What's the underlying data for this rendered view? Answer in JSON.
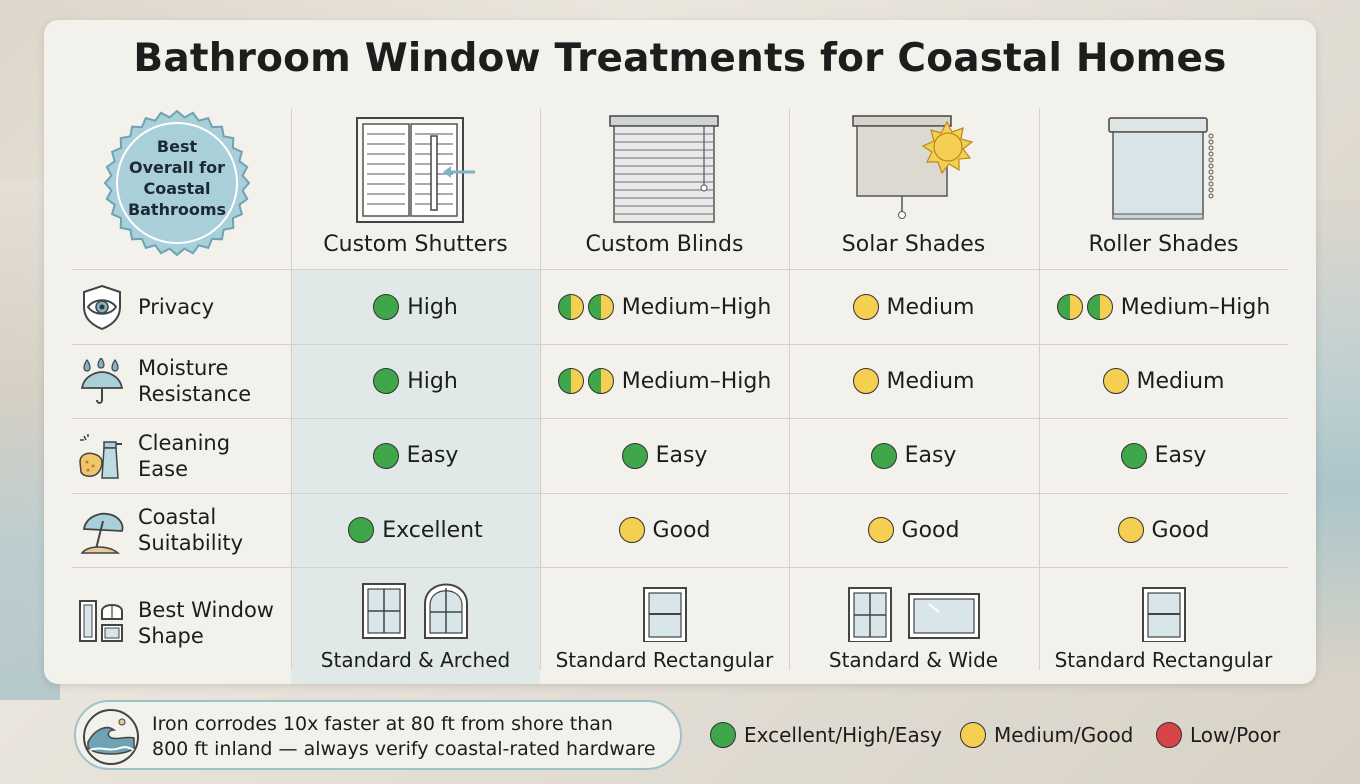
{
  "title": "Bathroom Window Treatments for Coastal Homes",
  "badge": {
    "text": [
      "Best",
      "Overall for",
      "Coastal",
      "Bathrooms"
    ]
  },
  "columns": [
    {
      "label": "Custom Shutters"
    },
    {
      "label": "Custom Blinds"
    },
    {
      "label": "Solar Shades"
    },
    {
      "label": "Roller Shades"
    }
  ],
  "rows": [
    {
      "label": [
        "Privacy"
      ],
      "icon": "eye-shield-icon",
      "cells": [
        {
          "rating": "green",
          "text": "High"
        },
        {
          "rating": "half-half",
          "text": "Medium–High"
        },
        {
          "rating": "yellow",
          "text": "Medium"
        },
        {
          "rating": "half-half",
          "text": "Medium–High"
        }
      ]
    },
    {
      "label": [
        "Moisture",
        "Resistance"
      ],
      "icon": "umbrella-drops-icon",
      "cells": [
        {
          "rating": "green",
          "text": "High"
        },
        {
          "rating": "half-half",
          "text": "Medium–High"
        },
        {
          "rating": "yellow",
          "text": "Medium"
        },
        {
          "rating": "yellow",
          "text": "Medium"
        }
      ]
    },
    {
      "label": [
        "Cleaning",
        "Ease"
      ],
      "icon": "sponge-spray-icon",
      "cells": [
        {
          "rating": "green",
          "text": "Easy"
        },
        {
          "rating": "green",
          "text": "Easy"
        },
        {
          "rating": "green",
          "text": "Easy"
        },
        {
          "rating": "green",
          "text": "Easy"
        }
      ]
    },
    {
      "label": [
        "Coastal",
        "Suitability"
      ],
      "icon": "beach-umbrella-icon",
      "cells": [
        {
          "rating": "green",
          "text": "Excellent"
        },
        {
          "rating": "yellow",
          "text": "Good"
        },
        {
          "rating": "yellow",
          "text": "Good"
        },
        {
          "rating": "yellow",
          "text": "Good"
        }
      ]
    },
    {
      "label": [
        "Best Window",
        "Shape"
      ],
      "icon": "window-shapes-icon",
      "cells": [
        {
          "text": "Standard & Arched"
        },
        {
          "text": "Standard Rectangular"
        },
        {
          "text": "Standard & Wide"
        },
        {
          "text": "Standard Rectangular"
        }
      ]
    }
  ],
  "footer": {
    "note": [
      "Iron corrodes 10x faster at 80 ft from shore than",
      "800 ft inland — always verify coastal-rated hardware"
    ],
    "icon": "ocean-wave-icon"
  },
  "legend": [
    {
      "color": "green",
      "label": "Excellent/High/Easy"
    },
    {
      "color": "yellow",
      "label": "Medium/Good"
    },
    {
      "color": "red",
      "label": "Low/Poor"
    }
  ],
  "colors": {
    "green": "#3fa649",
    "yellow": "#f4cf52",
    "red": "#d9434a",
    "highlight": "#e0e8e8",
    "badge": "#a9cfd9"
  }
}
